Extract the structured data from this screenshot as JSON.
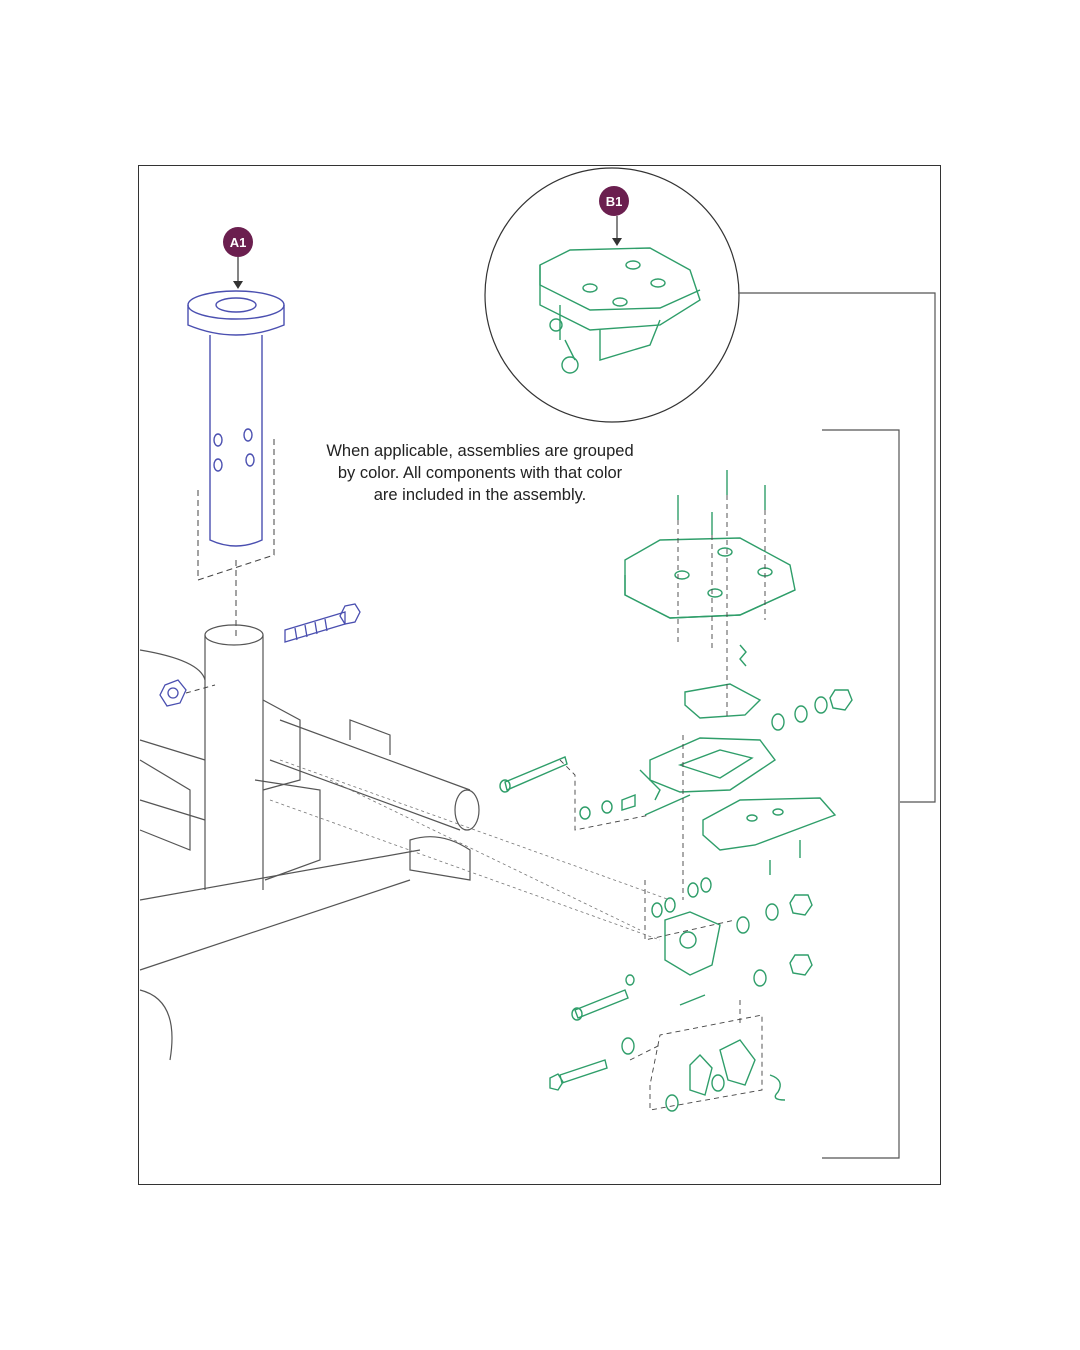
{
  "callouts": {
    "a1": "A1",
    "b1": "B1"
  },
  "note": {
    "line1": "When applicable, assemblies are grouped",
    "line2": "by color. All components with that color",
    "line3": "are included in the assembly."
  },
  "colors": {
    "badge": "#6b1f4f",
    "assembly_a1": "#4a4fb0",
    "assembly_b1": "#2f9e6a",
    "frame_lines": "#555555"
  }
}
